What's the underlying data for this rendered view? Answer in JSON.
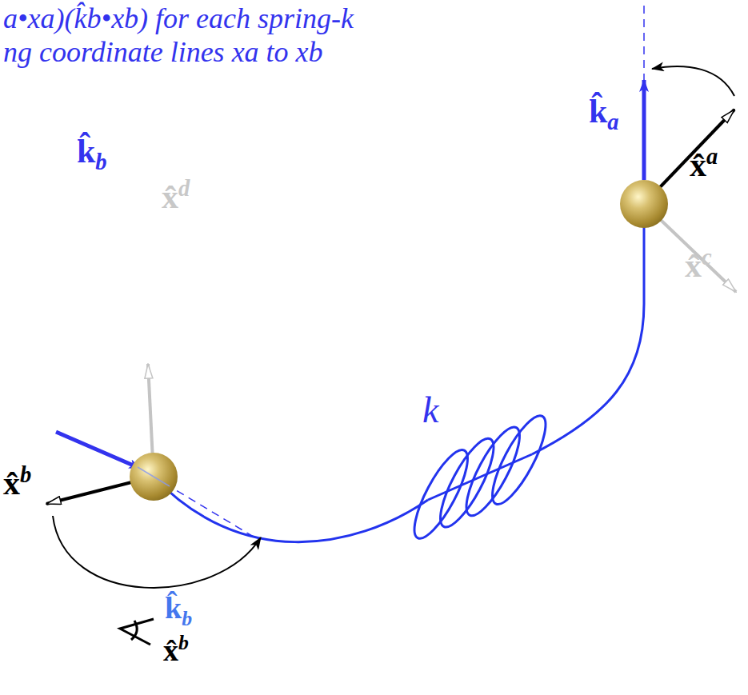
{
  "diagram": {
    "labels": [
      "a•xa)(k̂b•xb) for each spring-k",
      "ng coordinate lines xa to xb",
      "k̂a",
      "x̂a",
      "x̂c",
      "k̂b",
      "x̂d",
      "k",
      "x̂b",
      "k̂b",
      "x̂b"
    ]
  }
}
